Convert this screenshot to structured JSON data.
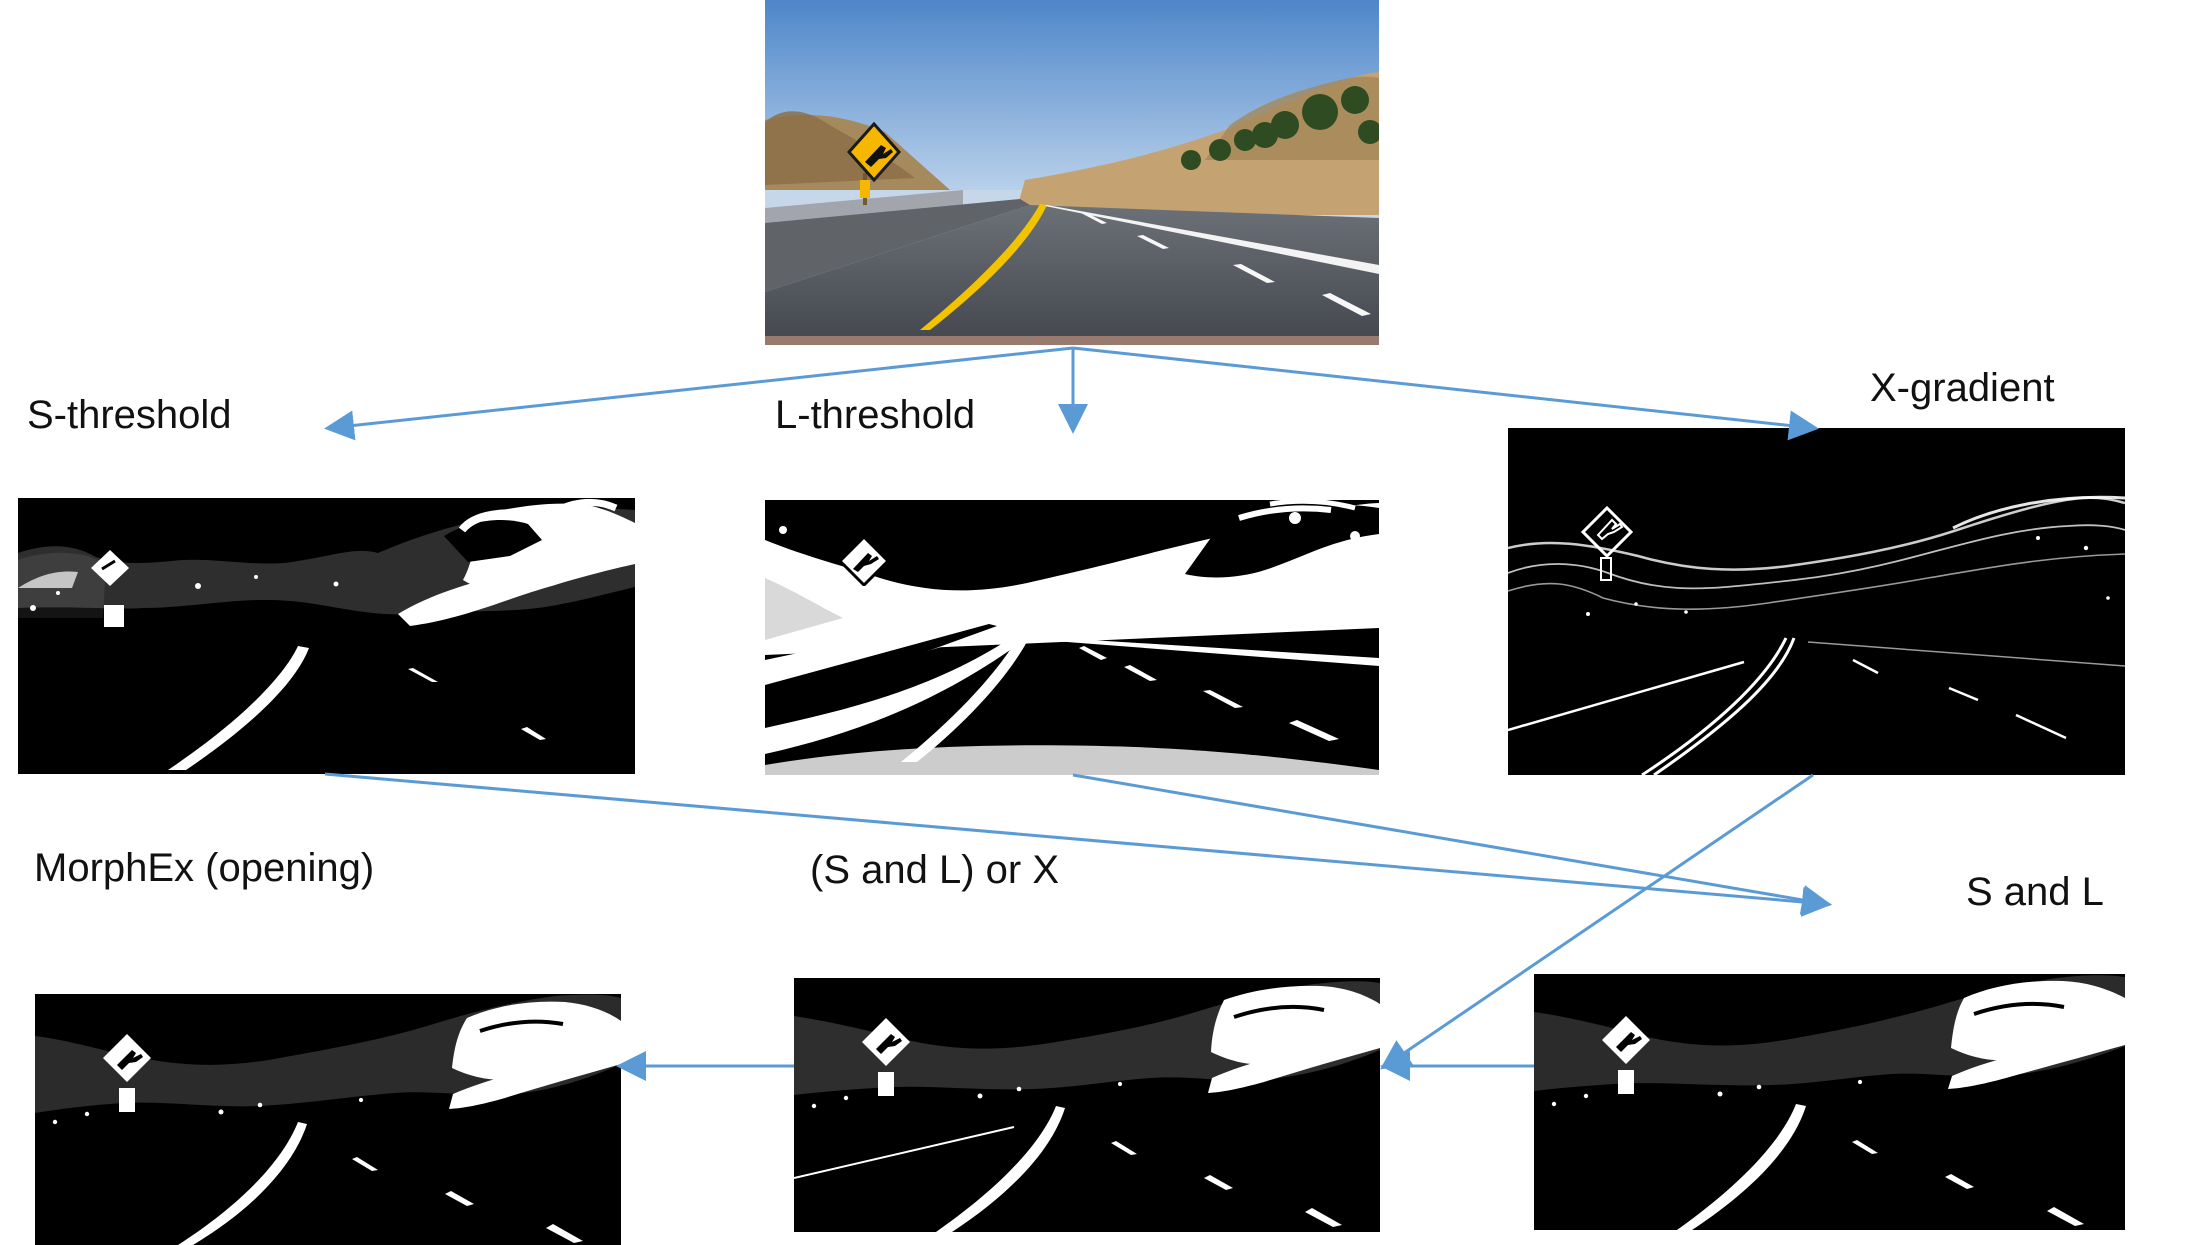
{
  "diagram": {
    "labels": {
      "s_threshold": "S-threshold",
      "l_threshold": "L-threshold",
      "x_gradient": "X-gradient",
      "morphex": "MorphEx (opening)",
      "s_and_l_or_x": "(S and L) or X",
      "s_and_l": "S and L"
    },
    "colors": {
      "arrow": "#5b9bd5",
      "sky_top": "#4e86c9",
      "sky_bottom": "#b8d0ea",
      "road": "#555a61",
      "yellow_line": "#f2c400",
      "hill": "#9b8356",
      "tree": "#2e4b22",
      "sign": "#f5b700",
      "binary_bg": "#000000",
      "binary_fg": "#ffffff"
    },
    "icons": {
      "deer_sign": "deer-crossing-sign"
    }
  }
}
